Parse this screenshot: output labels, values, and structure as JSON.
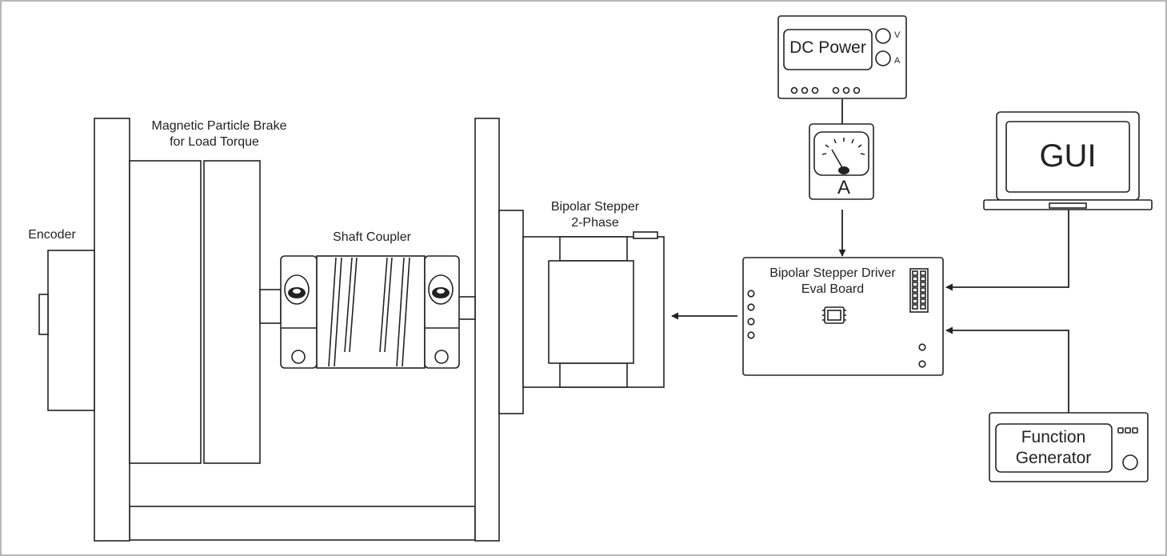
{
  "labels": {
    "encoder": "Encoder",
    "brake_line1": "Magnetic Particle Brake",
    "brake_line2": "for Load Torque",
    "shaft_coupler": "Shaft Coupler",
    "stepper_line1": "Bipolar Stepper",
    "stepper_line2": "2-Phase",
    "driver_line1": "Bipolar Stepper Driver",
    "driver_line2": "Eval Board",
    "dc_power": "DC Power",
    "volt_indicator": "V",
    "amp_indicator": "A",
    "ammeter_symbol": "A",
    "gui": "GUI",
    "function_gen_line1": "Function",
    "function_gen_line2": "Generator"
  },
  "connections": [
    {
      "from": "dc-power-supply",
      "to": "ammeter"
    },
    {
      "from": "ammeter",
      "to": "driver-board"
    },
    {
      "from": "driver-board",
      "to": "stepper-motor"
    },
    {
      "from": "laptop",
      "to": "driver-board"
    },
    {
      "from": "function-generator",
      "to": "driver-board"
    }
  ]
}
